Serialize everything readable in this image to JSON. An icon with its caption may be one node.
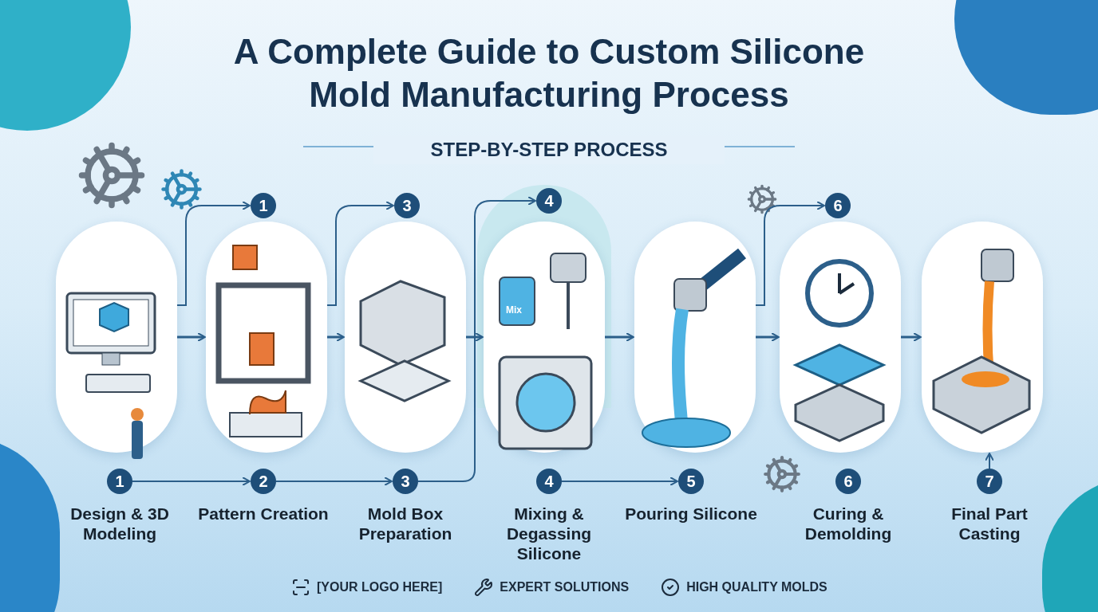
{
  "diagram": {
    "title": "A Complete Guide to Custom Silicone Mold Manufacturing Process",
    "nodes": [
      {
        "text": [],
        "shape": "picture"
      },
      {
        "text": [],
        "shape": "picture"
      },
      {
        "text": [],
        "shape": "picture"
      },
      {
        "text": [],
        "shape": "picture"
      },
      {
        "text": [],
        "shape": "picture"
      },
      {
        "text": [],
        "shape": "picture"
      },
      {
        "text": [],
        "shape": "picture"
      },
      {
        "text": [
          "1"
        ],
        "beside": [
          "Design & 3D Modeling"
        ]
      },
      {
        "text": [
          "2"
        ],
        "beside": [
          "Pattern Creation"
        ]
      },
      {
        "text": [
          "3"
        ],
        "beside": [
          "Mold Box Preparation"
        ]
      },
      {
        "text": [
          "4"
        ],
        "beside": [
          "Mixing & Degassing Silicone"
        ]
      },
      {
        "text": [
          "5"
        ],
        "beside": [
          "Pouring Silicone"
        ]
      },
      {
        "text": [
          "6"
        ],
        "beside": [
          "Curing & Demolding"
        ]
      },
      {
        "text": [
          "7"
        ],
        "beside": [
          "Final Part Casting"
        ]
      },
      {
        "text": [
          "1"
        ]
      },
      {
        "text": [
          "3"
        ]
      },
      {
        "text": [
          "4"
        ]
      },
      {
        "text": [
          "6"
        ]
      }
    ],
    "edges": [
      {
        "from": 0,
        "to": 1,
        "arrow": "to"
      },
      {
        "from": 1,
        "to": 2,
        "arrow": "to"
      },
      {
        "from": 2,
        "to": 3,
        "arrow": "to"
      },
      {
        "from": 3,
        "to": 4,
        "arrow": "to"
      },
      {
        "from": 4,
        "to": 5,
        "arrow": "to"
      },
      {
        "from": 5,
        "to": 6,
        "arrow": "to"
      },
      {
        "from": 7,
        "to": 8,
        "arrow": "to"
      },
      {
        "from": 8,
        "to": 9,
        "arrow": "to"
      },
      {
        "from": 9,
        "to": 16,
        "arrow": "to"
      },
      {
        "from": 10,
        "to": 11,
        "arrow": "to"
      },
      {
        "from": 13,
        "to": 6,
        "arrow": "to"
      },
      {
        "from": 0,
        "to": 14,
        "arrow": "to"
      },
      {
        "from": 1,
        "to": 15,
        "arrow": "to"
      },
      {
        "from": 4,
        "to": 17,
        "arrow": "to"
      }
    ],
    "labels": [
      "STEP-BY-STEP PROCESS",
      "Mix",
      "[YOUR LOGO HERE]",
      "EXPERT SOLUTIONS",
      "HIGH QUALITY MOLDS"
    ]
  }
}
